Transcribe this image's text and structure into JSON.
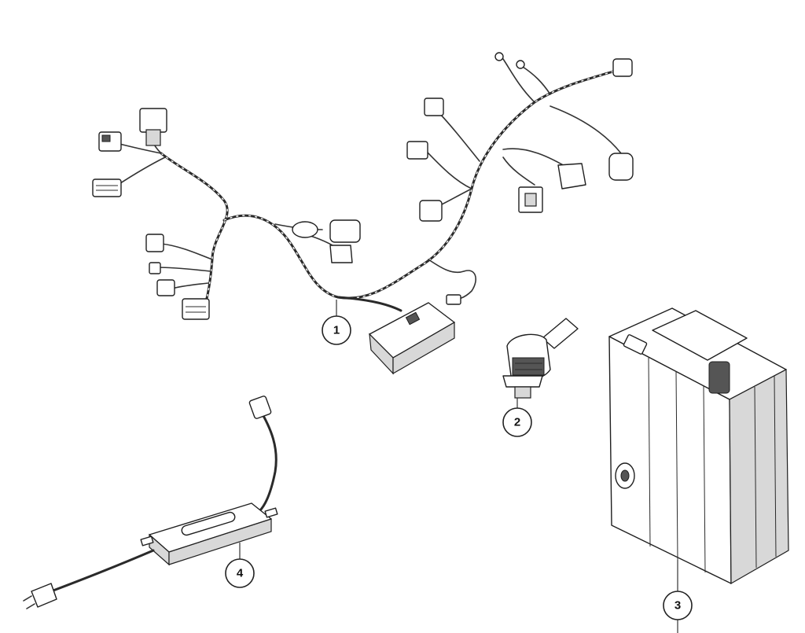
{
  "callouts": [
    {
      "id": "1",
      "label": "1"
    },
    {
      "id": "2",
      "label": "2"
    },
    {
      "id": "3",
      "label": "3"
    },
    {
      "id": "4",
      "label": "4"
    }
  ],
  "icons": {
    "part_1": "wiring-harness-icon",
    "part_2": "sensor-plug-icon",
    "part_3": "battery-icon",
    "part_4": "battery-charger-icon"
  }
}
